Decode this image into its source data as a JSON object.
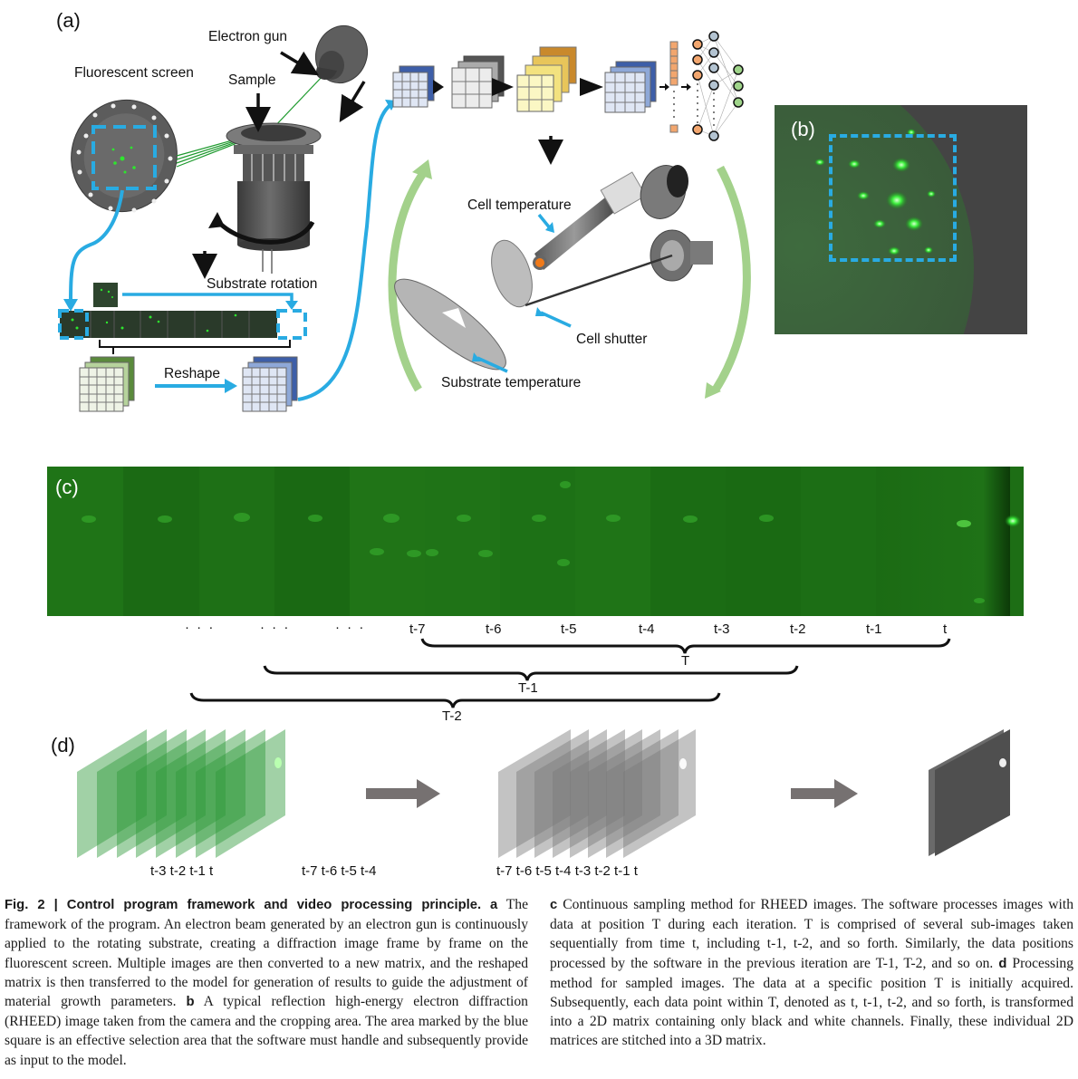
{
  "figure": {
    "panel_labels": {
      "a": "(a)",
      "b": "(b)",
      "c": "(c)",
      "d": "(d)"
    },
    "panel_a": {
      "labels": {
        "electron_gun": "Electron gun",
        "fluorescent_screen": "Fluorescent screen",
        "sample": "Sample",
        "substrate_rotation": "Substrate rotation",
        "reshape": "Reshape",
        "cell_temperature": "Cell temperature",
        "cell_shutter": "Cell shutter",
        "substrate_temperature": "Substrate temperature"
      },
      "colors": {
        "accent_blue": "#29abe2",
        "loop_green": "#a3d18b",
        "beam_green": "#1e9a2e"
      }
    },
    "panel_c": {
      "frame_count": 13,
      "ellipses": [
        "· · ·",
        "· · ·",
        "· · ·"
      ],
      "time_labels": [
        "t-7",
        "t-6",
        "t-5",
        "t-4",
        "t-3",
        "t-2",
        "t-1",
        "t"
      ],
      "brackets": [
        "T",
        "T-1",
        "T-2"
      ]
    },
    "panel_d": {
      "green_stack_labels_front": "t-3 t-2 t-1  t",
      "green_stack_labels_back": "t-7 t-6 t-5 t-4",
      "gray_stack_labels": "t-7 t-6 t-5 t-4 t-3 t-2 t-1  t"
    }
  },
  "caption": {
    "left": {
      "fig_label": "Fig. 2 | Control program framework and video processing principle.",
      "a_tag": "a",
      "a_text": " The framework of the program. An electron beam generated by an electron gun is continuously applied to the rotating substrate, creating a diffraction image frame by frame on the fluorescent screen. Multiple images are then converted to a new matrix, and the reshaped matrix is then transferred to the model for generation of results to guide the adjustment of material growth parameters. ",
      "b_tag": "b",
      "b_text": " A typical reflection high-energy electron diffraction (RHEED) image taken from the camera and the cropping area. The area marked by the blue square is an effective selection area that the software must handle and subsequently provide as input to the model."
    },
    "right": {
      "c_tag": "c",
      "c_text": " Continuous sampling method for RHEED images. The software processes images with data at position T during each iteration. T is comprised of several sub-images taken sequentially from time t, including t-1, t-2, and so forth. Similarly, the data positions processed by the software in the previous iteration are T-1, T-2, and so on. ",
      "d_tag": "d",
      "d_text": " Processing method for sampled images. The data at a specific position T is initially acquired. Subsequently, each data point within T, denoted as t, t-1, t-2, and so forth, is transformed into a 2D matrix containing only black and white channels. Finally, these individual 2D matrices are stitched into a 3D matrix."
    }
  }
}
